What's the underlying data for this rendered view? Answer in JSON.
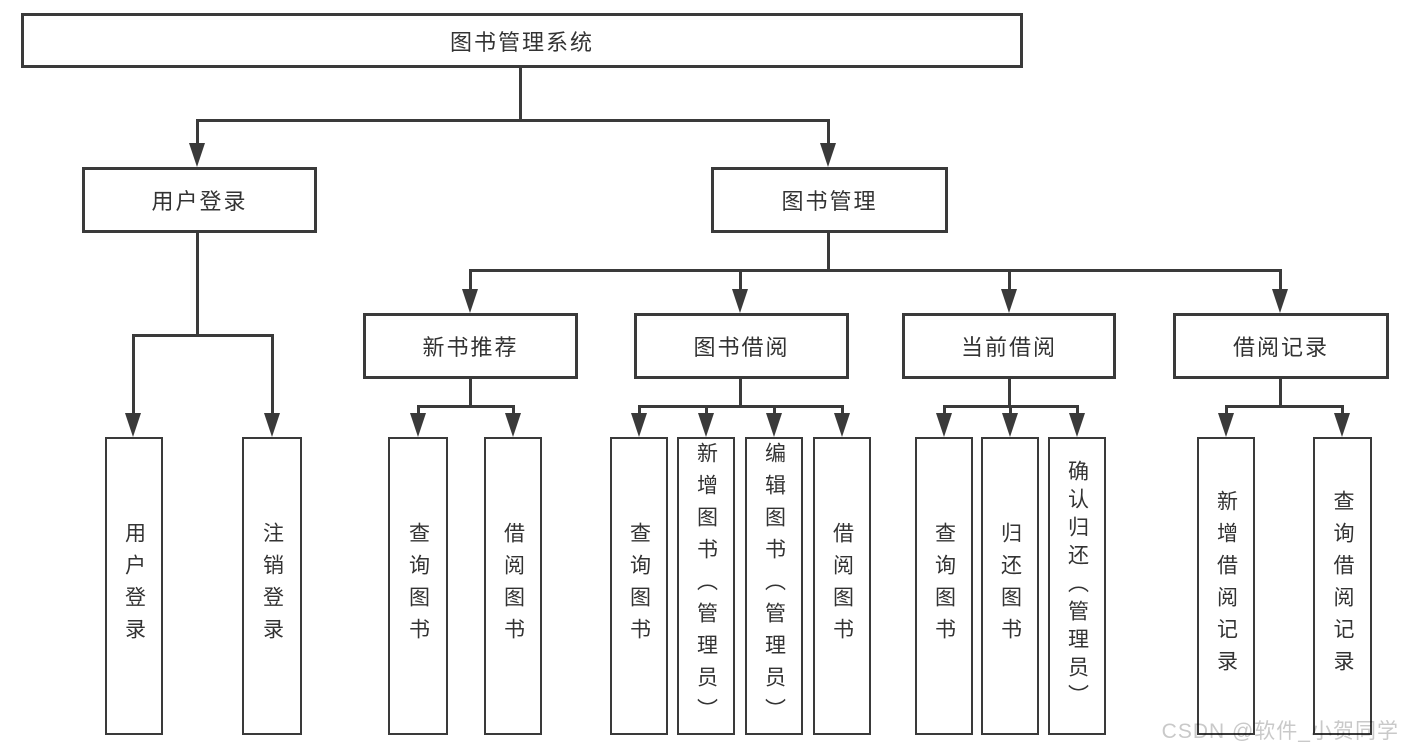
{
  "diagram": {
    "title": "图书管理系统",
    "type": "hierarchy-tree",
    "tree": {
      "label": "图书管理系统",
      "children": [
        {
          "label": "用户登录",
          "children": [
            {
              "label": "用户登录"
            },
            {
              "label": "注销登录"
            }
          ]
        },
        {
          "label": "图书管理",
          "children": [
            {
              "label": "新书推荐",
              "children": [
                {
                  "label": "查询图书"
                },
                {
                  "label": "借阅图书"
                }
              ]
            },
            {
              "label": "图书借阅",
              "children": [
                {
                  "label": "查询图书"
                },
                {
                  "label": "新增图书（管理员）"
                },
                {
                  "label": "编辑图书（管理员）"
                },
                {
                  "label": "借阅图书"
                }
              ]
            },
            {
              "label": "当前借阅",
              "children": [
                {
                  "label": "查询图书"
                },
                {
                  "label": "归还图书"
                },
                {
                  "label": "确认归还（管理员）"
                }
              ]
            },
            {
              "label": "借阅记录",
              "children": [
                {
                  "label": "新增借阅记录"
                },
                {
                  "label": "查询借阅记录"
                }
              ]
            }
          ]
        }
      ]
    }
  },
  "watermark": {
    "text": "CSDN @软件_小贺同学"
  },
  "colors": {
    "line": "#3a3a3a",
    "text": "#333333",
    "background": "#ffffff",
    "watermark": "#c9c9c9"
  }
}
